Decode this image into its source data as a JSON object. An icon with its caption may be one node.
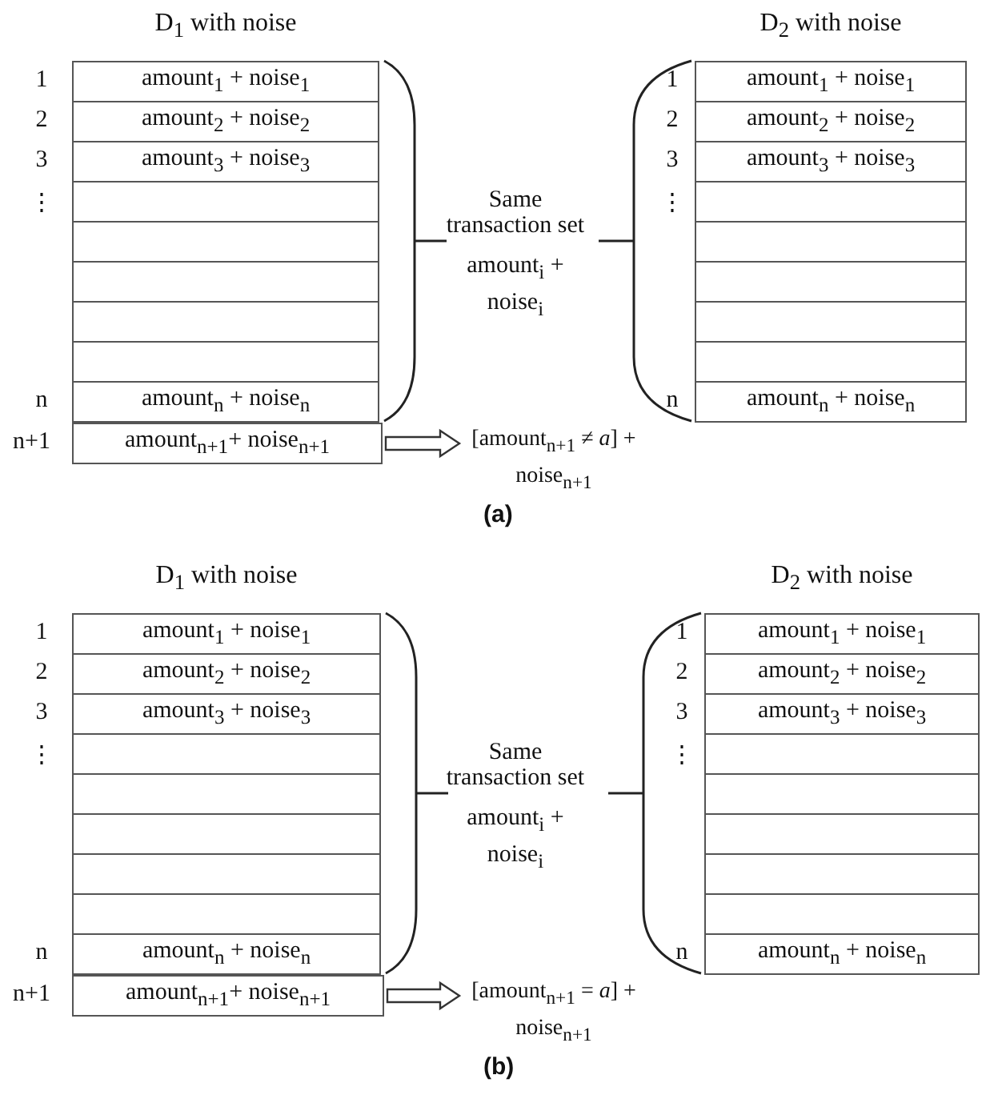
{
  "diagram": {
    "nodes": [
      {
        "text": [
          "D$_{1}$ with noise"
        ]
      },
      {
        "text": [
          "amount$_{n+1}$+ noise$_{n+1}$"
        ],
        "beside": [
          "n+1"
        ]
      },
      {
        "text": [
          "[amount$_{n+1}$ ≠ *a*] + noise$_{n+1}$"
        ]
      },
      {
        "text": [
          "D$_{2}$ with noise"
        ]
      },
      {
        "text": [
          "D$_{1}$ with noise"
        ]
      },
      {
        "text": [
          "amount$_{n+1}$+ noise$_{n+1}$"
        ],
        "beside": [
          "n+1"
        ]
      },
      {
        "text": [
          "[amount$_{n+1}$ = *a*] + noise$_{n+1}$"
        ]
      },
      {
        "text": [
          "D$_{2}$ with noise"
        ]
      }
    ],
    "edges": [
      {
        "from": 1,
        "to": 2,
        "arrow": "to"
      },
      {
        "from": 5,
        "to": 6,
        "arrow": "to"
      }
    ],
    "labels": [
      "1",
      "amount$_{1}$ + noise$_{1}$",
      "2",
      "amount$_{2}$ + noise$_{2}$",
      "3",
      "amount$_{3}$ + noise$_{3}$",
      "⋮",
      "n",
      "amount$_{n}$ + noise$_{n}$",
      "Same transaction set",
      "amount$_{i}$ + noise$_{i}$",
      "1",
      "amount$_{1}$ + noise$_{1}$",
      "2",
      "amount$_{2}$ + noise$_{2}$",
      "3",
      "amount$_{3}$ + noise$_{3}$",
      "⋮",
      "n",
      "amount$_{n}$ + noise$_{n}$",
      "(a)",
      "1",
      "amount$_{1}$ + noise$_{1}$",
      "2",
      "amount$_{2}$ + noise$_{2}$",
      "3",
      "amount$_{3}$ + noise$_{3}$",
      "⋮",
      "n",
      "amount$_{n}$ + noise$_{n}$",
      "Same transaction set",
      "amount$_{i}$ + noise$_{i}$",
      "1",
      "amount$_{1}$ + noise$_{1}$",
      "2",
      "amount$_{2}$ + noise$_{2}$",
      "3",
      "amount$_{3}$ + noise$_{3}$",
      "⋮",
      "n",
      "amount$_{n}$ + noise$_{n}$",
      "(b)"
    ]
  }
}
